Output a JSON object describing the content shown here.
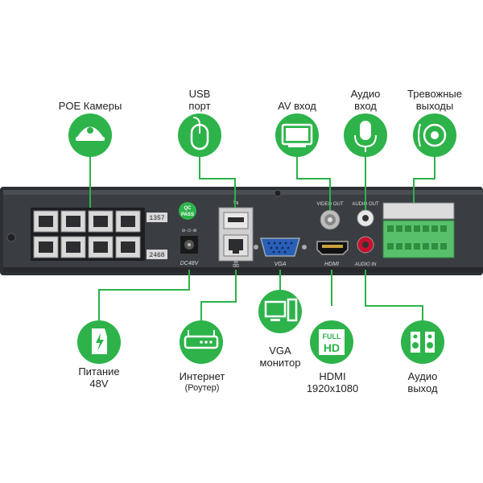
{
  "colors": {
    "accent": "#2db34a",
    "panel": "#3a3d42",
    "panel_dark": "#222428",
    "port_green": "#58c06a"
  },
  "labels": {
    "poe": "POE Камеры",
    "usb_line1": "USB",
    "usb_line2": "порт",
    "av": "AV вход",
    "audio_in_line1": "Аудио",
    "audio_in_line2": "вход",
    "alarm_line1": "Тревожные",
    "alarm_line2": "выходы",
    "power_line1": "Питание",
    "power_line2": "48V",
    "internet_line1": "Интернет",
    "internet_line2": "(Роутер)",
    "vga_line1": "VGA",
    "vga_line2": "монитор",
    "hdmi_line1": "HDMI",
    "hdmi_line2": "1920x1080",
    "audio_out_line1": "Аудио",
    "audio_out_line2": "выход"
  },
  "panel": {
    "ports_top": "1357",
    "ports_bottom": "2468",
    "qc_line1": "QC",
    "qc_line2": "PASS",
    "dc_label": "DC48V",
    "vga_label": "VGA",
    "hdmi_label": "HDMI",
    "video_out": "VIDEO OUT",
    "audio_out": "AUDIO OUT",
    "audio_in": "AUDIO IN",
    "hd_badge_full": "FULL",
    "hd_badge_hd": "HD"
  },
  "icons": {
    "poe": "dome-camera-icon",
    "usb": "mouse-icon",
    "av": "monitor-icon",
    "audio_in": "microphone-icon",
    "alarm": "siren-icon",
    "power": "power-plug-icon",
    "internet": "router-icon",
    "vga": "desktop-pc-icon",
    "hdmi": "full-hd-icon",
    "audio_out": "speakers-icon"
  }
}
